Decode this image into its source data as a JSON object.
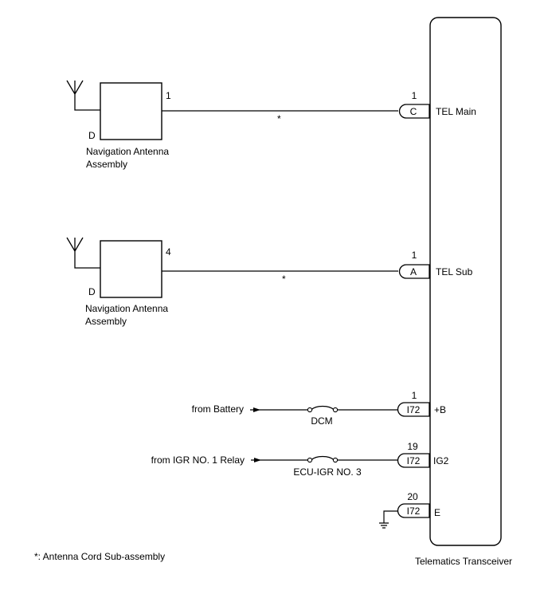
{
  "module": {
    "name": "Telematics Transceiver"
  },
  "antenna_top": {
    "label_line1": "Navigation Antenna",
    "label_line2": "Assembly",
    "connector": "D",
    "pin": "1"
  },
  "antenna_bottom": {
    "label_line1": "Navigation Antenna",
    "label_line2": "Assembly",
    "connector": "D",
    "pin": "4"
  },
  "terminals": [
    {
      "pin": "1",
      "connector": "C",
      "name": "TEL Main"
    },
    {
      "pin": "1",
      "connector": "A",
      "name": "TEL Sub"
    },
    {
      "pin": "1",
      "connector": "I72",
      "name": "+B"
    },
    {
      "pin": "19",
      "connector": "I72",
      "name": "IG2"
    },
    {
      "pin": "20",
      "connector": "I72",
      "name": "E"
    }
  ],
  "cord_marks": [
    "*",
    "*"
  ],
  "power": [
    {
      "source": "from Battery",
      "fuse": "DCM"
    },
    {
      "source": "from IGR NO. 1 Relay",
      "fuse": "ECU-IGR NO. 3"
    }
  ],
  "footnote": "*: Antenna Cord Sub-assembly"
}
